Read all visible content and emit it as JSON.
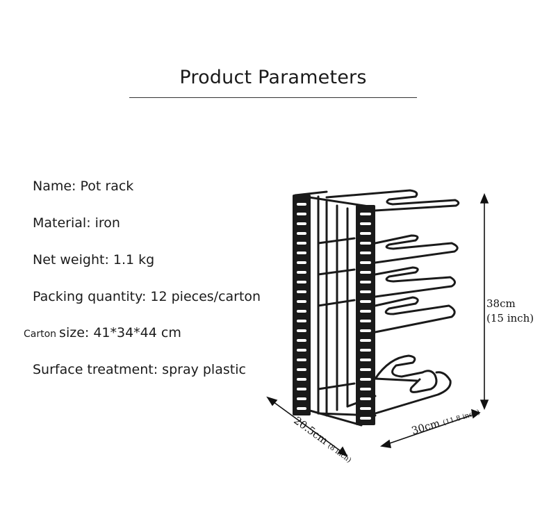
{
  "header": {
    "title": "Product Parameters"
  },
  "params": [
    {
      "label": "Name: Pot rack"
    },
    {
      "label": "Material: iron"
    },
    {
      "label": "Net weight: 1.1 kg"
    },
    {
      "label": "Packing quantity: 12 pieces/carton"
    },
    {
      "prefix": "Carton",
      "label": "size: 41*34*44 cm"
    },
    {
      "label": "Surface treatment: spray plastic"
    }
  ],
  "dimensions": {
    "height": "38cm",
    "height_inch": "(15 inch)",
    "width": "30cm",
    "width_inch": "(11.8 inch)",
    "depth": "20.5cm",
    "depth_inch": "(8 inch)"
  },
  "colors": {
    "rack": "#1a1a1a",
    "text": "#1a1a1a"
  }
}
